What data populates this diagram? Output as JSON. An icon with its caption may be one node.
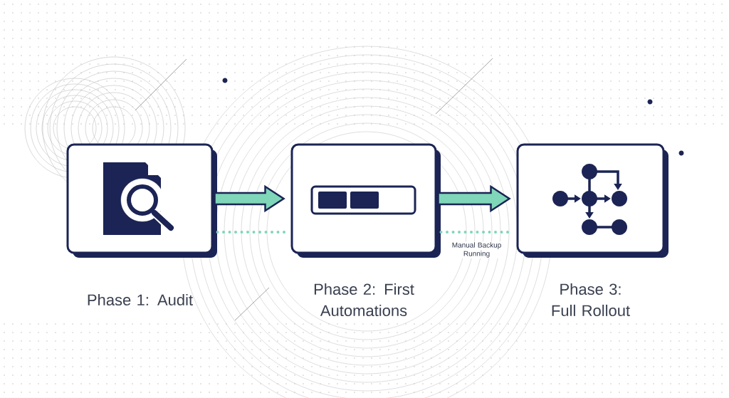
{
  "diagram": {
    "nodes": [
      {
        "text": [],
        "shape": "box",
        "beside": [
          "Phase 1: Audit"
        ]
      },
      {
        "text": [],
        "shape": "box",
        "beside": [
          "Phase 2: First Automations"
        ]
      },
      {
        "text": [],
        "shape": "box",
        "beside": [
          "Phase 3: Full Rollout"
        ]
      }
    ],
    "edges": [
      {
        "from": 0,
        "to": 1,
        "arrow": "to"
      },
      {
        "from": 1,
        "to": 2,
        "arrow": "to"
      },
      {
        "from": 0,
        "to": 1,
        "arrow": "none",
        "style": "dashed"
      },
      {
        "from": 1,
        "to": 2,
        "arrow": "none",
        "style": "dashed",
        "label": "Manual Backup Running"
      }
    ]
  }
}
